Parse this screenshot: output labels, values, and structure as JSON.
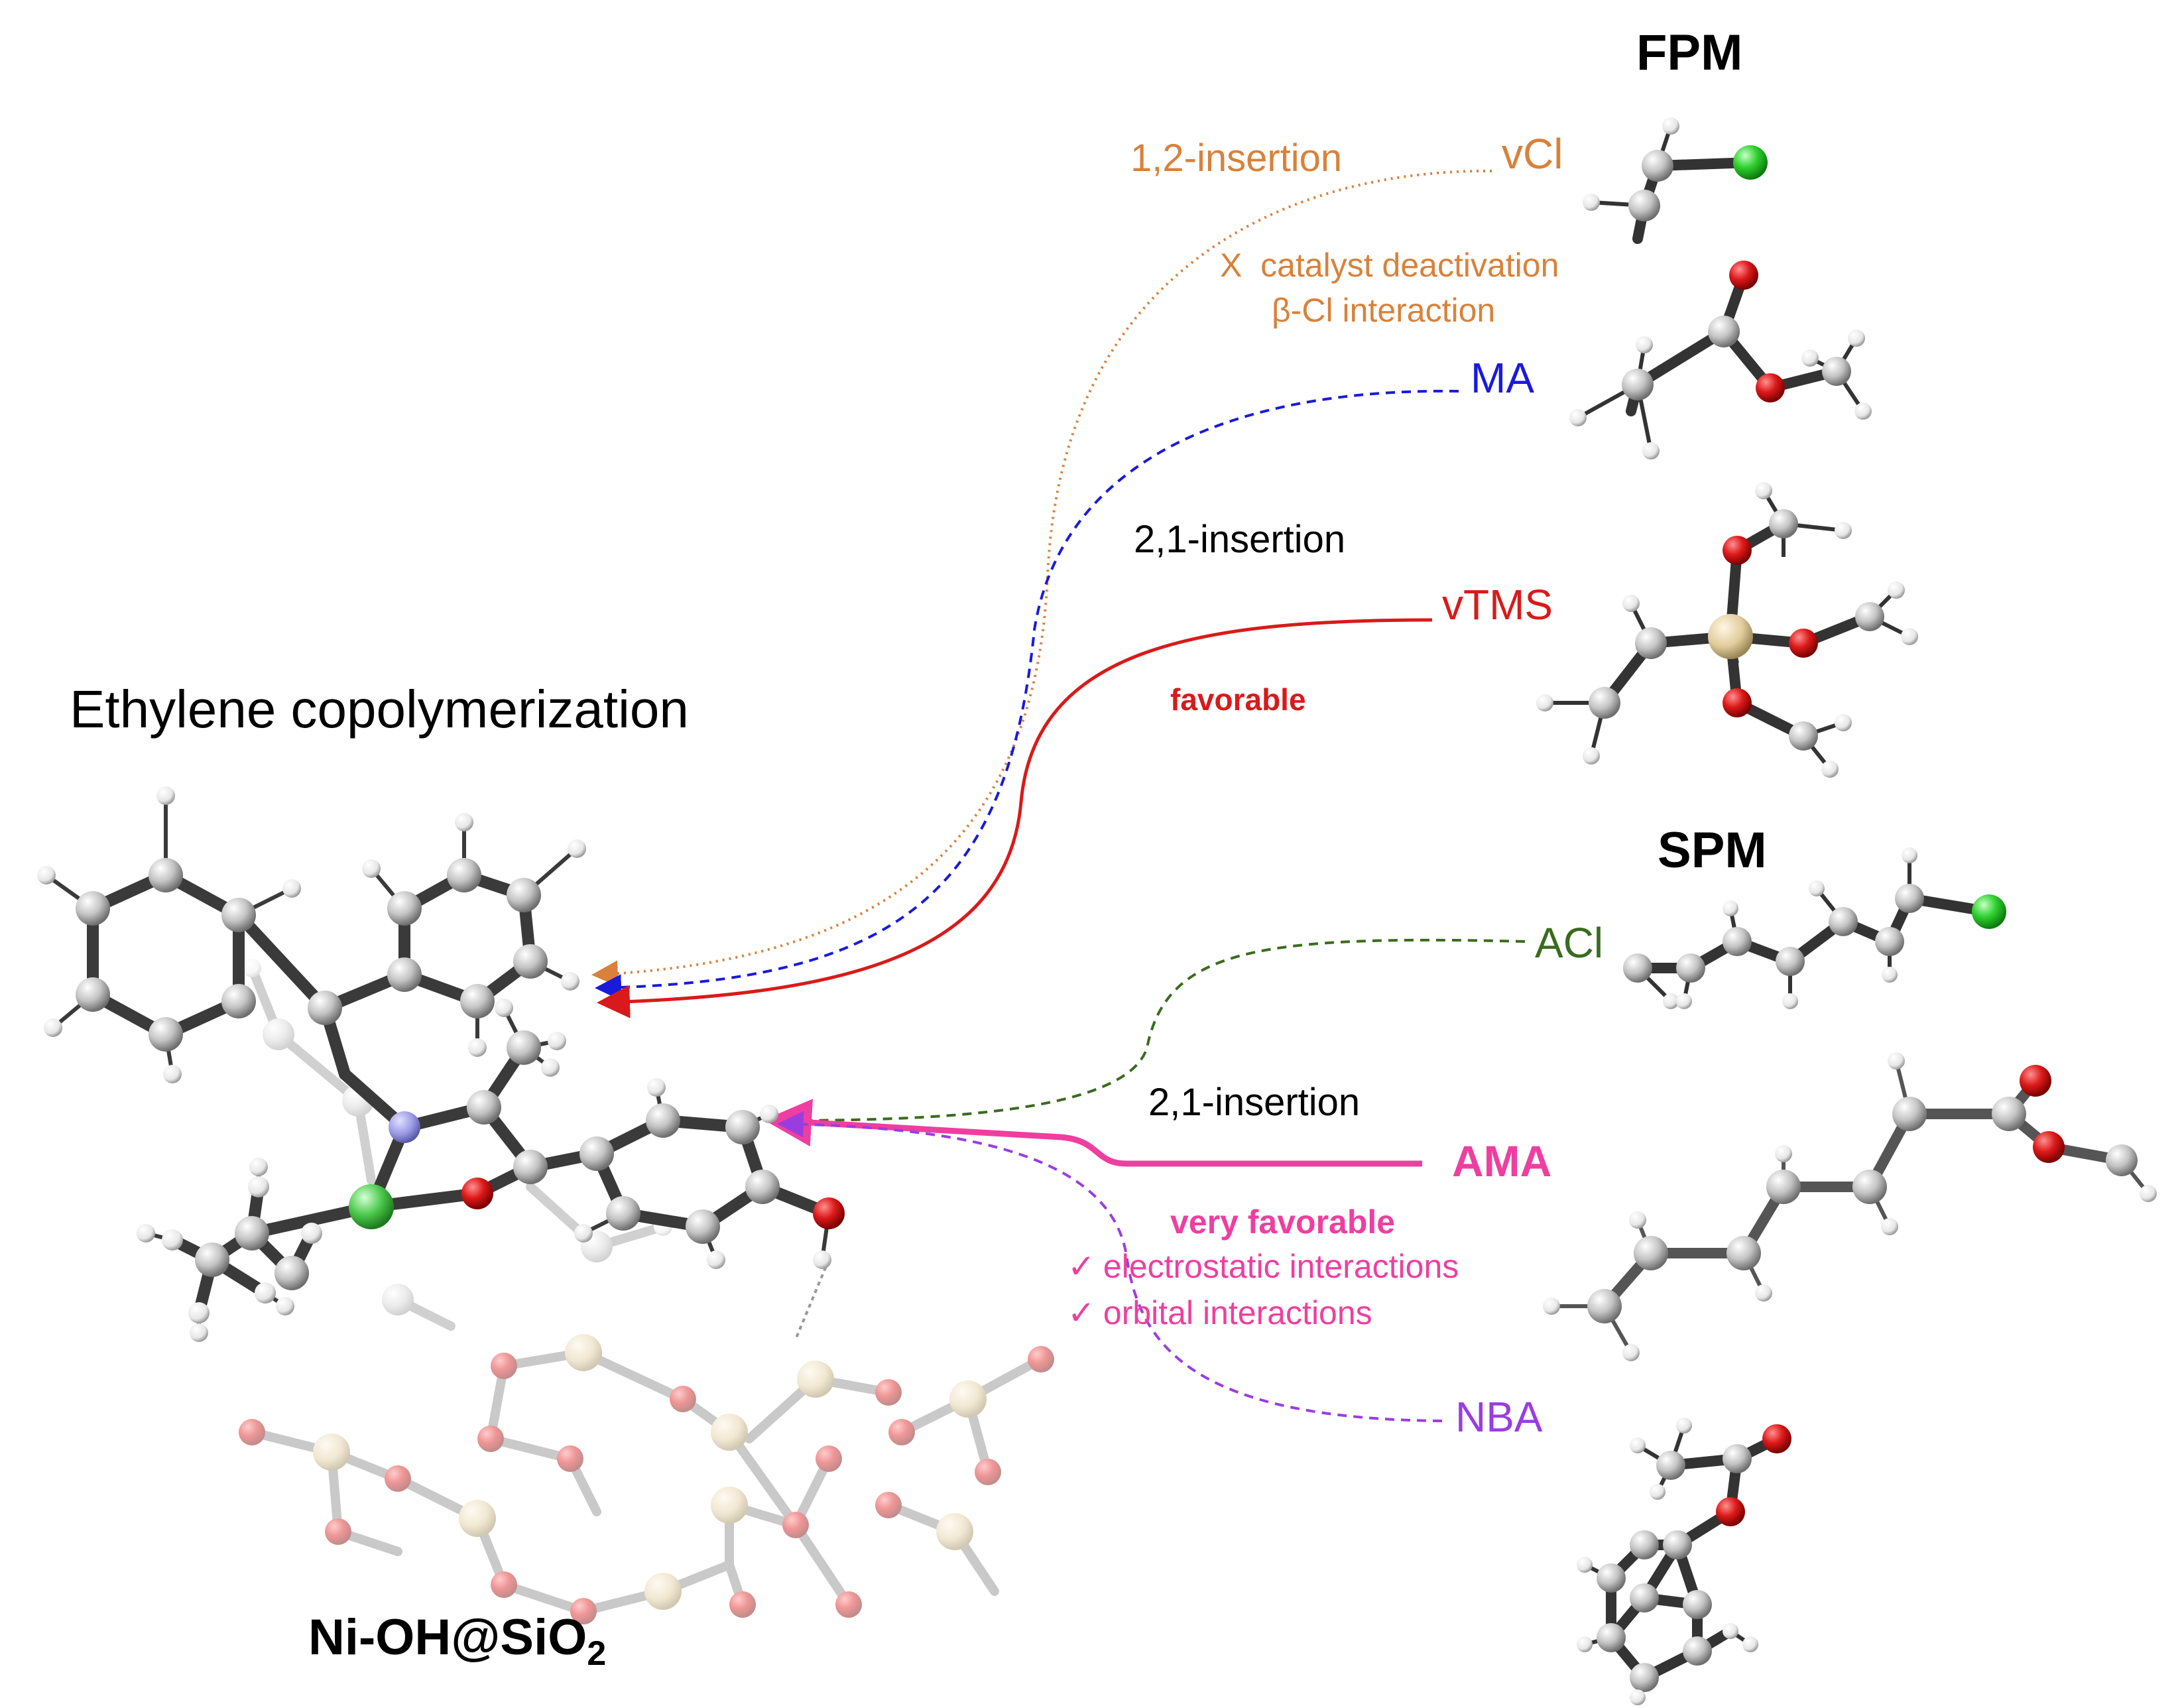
{
  "headers": {
    "fpm": "FPM",
    "spm": "SPM"
  },
  "main_title": "Ethylene copolymerization",
  "catalyst": {
    "prefix": "Ni-OH@SiO",
    "subscript": "2"
  },
  "monomers": {
    "vcl": "vCl",
    "ma": "MA",
    "vtms": "vTMS",
    "acl": "ACl",
    "ama": "AMA",
    "nba": "NBA"
  },
  "annotations": {
    "insertion_12": "1,2-insertion",
    "deactivation": "catalyst deactivation",
    "deactivation_mark": "X",
    "beta_cl": "β-Cl interaction",
    "insertion_21_top": "2,1-insertion",
    "favorable": "favorable",
    "insertion_21_bottom": "2,1-insertion",
    "very_favorable": "very favorable",
    "check_mark": "✓",
    "electrostatic": "electrostatic interactions",
    "orbital": "orbital interactions"
  },
  "colors": {
    "vcl": "#d9813a",
    "ma": "#1a1adb",
    "vtms": "#d91a1a",
    "acl": "#3a6b1e",
    "ama": "#ee3fa0",
    "nba": "#9a3de0",
    "carbon": "#b8b8b8",
    "hydrogen": "#f2f2f2",
    "oxygen": "#d81818",
    "chlorine": "#33cc33",
    "silicon": "#e3cfa3",
    "nickel": "#4cc94c",
    "nitrogen": "#8f8fe0"
  },
  "icons": [
    "ball-and-stick-molecule"
  ]
}
